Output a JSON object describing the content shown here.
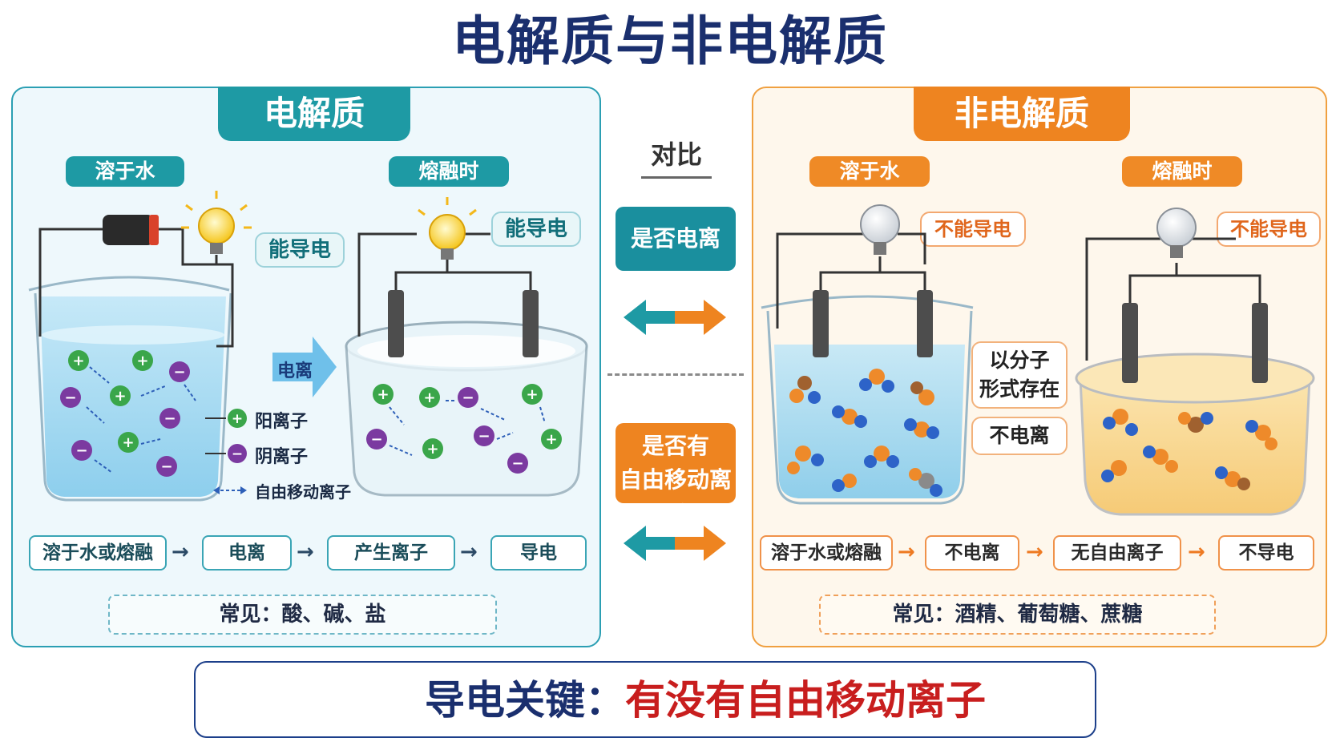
{
  "title": "电解质与非电解质",
  "left": {
    "header": "电解质",
    "state1": "溶于水",
    "state2": "熔融时",
    "conduct1": "能导电",
    "conduct2": "能导电",
    "ionize_arrow": "电离",
    "legend": {
      "cation": "阳离子",
      "anion": "阴离子",
      "free_ion": "自由移动离子"
    },
    "flow": [
      "溶于水或熔融",
      "电离",
      "产生离子",
      "导电"
    ],
    "common": "常见：酸、碱、盐"
  },
  "middle": {
    "compare": "对比",
    "q1": "是否电离",
    "q2_line1": "是否有",
    "q2_line2": "自由移动离子"
  },
  "right": {
    "header": "非电解质",
    "state1": "溶于水",
    "state2": "熔融时",
    "conduct1": "不能导电",
    "conduct2": "不能导电",
    "molecule_note_line1": "以分子",
    "molecule_note_line2": "形式存在",
    "no_ionize": "不电离",
    "flow": [
      "溶于水或熔融",
      "不电离",
      "无自由离子",
      "不导电"
    ],
    "common": "常见：酒精、葡萄糖、蔗糖"
  },
  "bottom": {
    "key": "导电关键：",
    "answer": "有没有自由移动离子"
  },
  "colors": {
    "teal": "#1e9aa4",
    "orange": "#ee8420",
    "navy": "#1a2f6e",
    "red": "#c81e1e"
  }
}
